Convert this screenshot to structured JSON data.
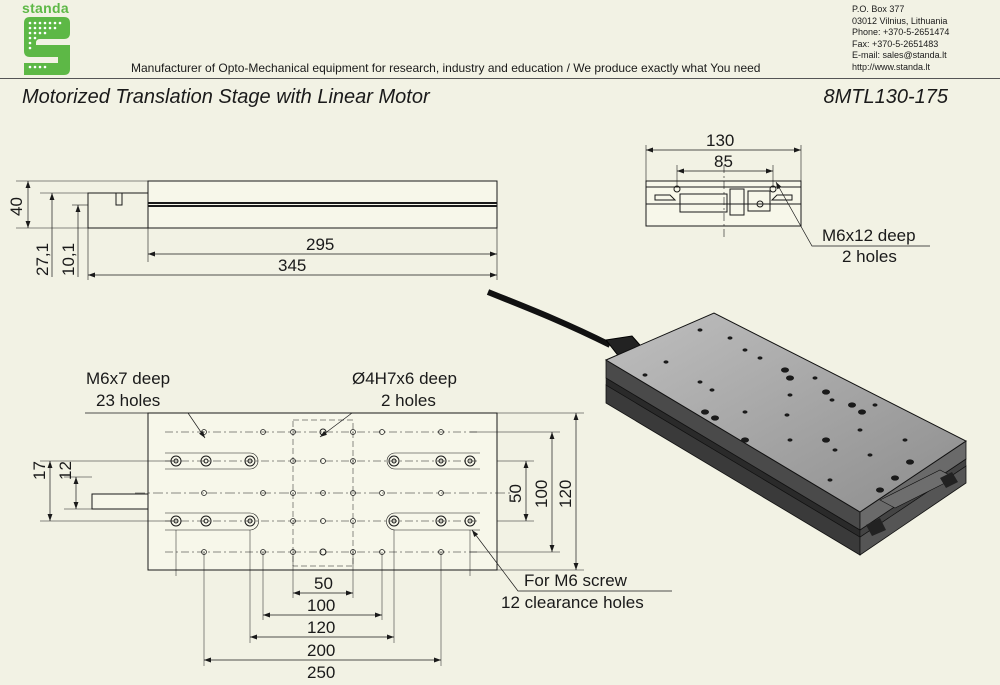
{
  "header": {
    "brand": "standa",
    "tagline": "Manufacturer of Opto-Mechanical equipment for research, industry and education / We produce exactly what You need",
    "contact": [
      "P.O. Box 377",
      "03012 Vilnius, Lithuania",
      "Phone: +370-5-2651474",
      "Fax: +370-5-2651483",
      "E-mail: sales@standa.lt",
      "http://www.standa.lt"
    ],
    "title": "Motorized Translation Stage with Linear Motor",
    "model": "8MTL130-175"
  },
  "colors": {
    "brand_green": "#5db846",
    "background": "#f2f2e4",
    "line": "#1a1a1a"
  },
  "side_view": {
    "dims": {
      "height_total": "40",
      "height_27": "27,1",
      "height_10": "10,1",
      "length_295": "295",
      "length_345": "345"
    }
  },
  "end_view": {
    "dims": {
      "width_130": "130",
      "width_85": "85"
    },
    "note": {
      "line1": "M6x12 deep",
      "line2": "2 holes"
    }
  },
  "top_view": {
    "notes": {
      "m6x7_line1": "M6x7 deep",
      "m6x7_line2": "23 holes",
      "dowel_line1": "Ø4H7x6 deep",
      "dowel_line2": "2 holes",
      "clear_line1": "For M6 screw",
      "clear_line2": "12 clearance holes"
    },
    "dims": {
      "v17": "17",
      "v12": "12",
      "v50": "50",
      "v100": "100",
      "v120": "120",
      "h50": "50",
      "h100": "100",
      "h120": "120",
      "h200": "200",
      "h250": "250"
    }
  }
}
